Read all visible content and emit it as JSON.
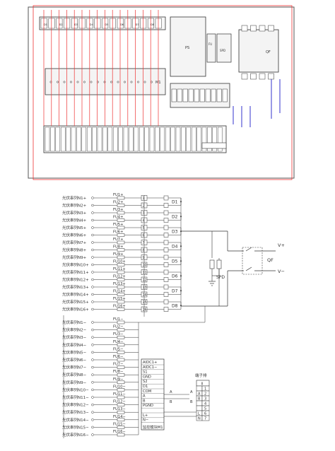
{
  "layout_panel": {
    "ps_label": "PS",
    "qf_label": "QF",
    "spd_label": "SPD",
    "fu_label": "FU",
    "m1_label": "M1",
    "diode_labels": [
      "D1",
      "D2",
      "D3",
      "D4",
      "D5",
      "D6",
      "D7",
      "D8"
    ]
  },
  "schematic": {
    "input_pos_labels": [
      "光伏串列N1+",
      "光伏串列N2+",
      "光伏串列N3+",
      "光伏串列N4+",
      "光伏串列N5+",
      "光伏串列N6+",
      "光伏串列N7+",
      "光伏串列N8+",
      "光伏串列N9+",
      "光伏串列N10+",
      "光伏串列N11+",
      "光伏串列N12+",
      "光伏串列N13+",
      "光伏串列N14+",
      "光伏串列N15+",
      "光伏串列N16+"
    ],
    "input_neg_labels": [
      "光伏串列N1−",
      "光伏串列N2−",
      "光伏串列N3−",
      "光伏串列N4−",
      "光伏串列N5−",
      "光伏串列N6−",
      "光伏串列N7−",
      "光伏串列N8−",
      "光伏串列N9−",
      "光伏串列N10−",
      "光伏串列N11−",
      "光伏串列N12−",
      "光伏串列N13−",
      "光伏串列N14−",
      "光伏串列N15−",
      "光伏串列N16−"
    ],
    "fuse_pos_labels": [
      "FU1+",
      "FU2+",
      "FU3+",
      "FU4+",
      "FU5+",
      "FU6+",
      "FU7+",
      "FU8+",
      "FU9+",
      "FU10+",
      "FU11+",
      "FU12+",
      "FU13+",
      "FU14+",
      "FU15+",
      "FU16+"
    ],
    "fuse_neg_labels": [
      "FU1−",
      "FU2−",
      "FU3−",
      "FU4−",
      "FU5−",
      "FU6−",
      "FU7−",
      "FU8−",
      "FU9−",
      "FU10−",
      "FU11−",
      "FU12−",
      "FU13−",
      "FU14−",
      "FU15−",
      "FU16−"
    ],
    "terminal_numbers": [
      "1",
      "2",
      "3",
      "4",
      "5",
      "6",
      "7",
      "8",
      "9",
      "10",
      "11",
      "12",
      "13",
      "14",
      "15",
      "16"
    ],
    "diode_labels": [
      "D1",
      "D2",
      "D3",
      "D4",
      "D5",
      "D6",
      "D7",
      "D8"
    ],
    "qf_label": "QF",
    "spd_label": "SPD",
    "v_pos_label": "V+",
    "v_neg_label": "V−",
    "monitor_pins": [
      "AIDC1+",
      "AIDC1−",
      "S1",
      "GND",
      "S2",
      "D1",
      "COM",
      "A",
      "B",
      "PGND",
      "",
      "L+",
      "N−"
    ],
    "monitor_title": "监控模块M1",
    "bus_labels": [
      "A",
      "B",
      "A",
      "B"
    ],
    "terminal_block_title": "端子排",
    "terminal_block_header": "I",
    "terminal_block_rows": [
      {
        "left": "",
        "num": "1"
      },
      {
        "left": "A",
        "num": "2"
      },
      {
        "left": "B",
        "num": "3"
      },
      {
        "left": "",
        "num": "4"
      },
      {
        "left": "",
        "num": "5"
      },
      {
        "left": "L",
        "num": "6"
      },
      {
        "left": "N",
        "num": "7"
      }
    ]
  }
}
